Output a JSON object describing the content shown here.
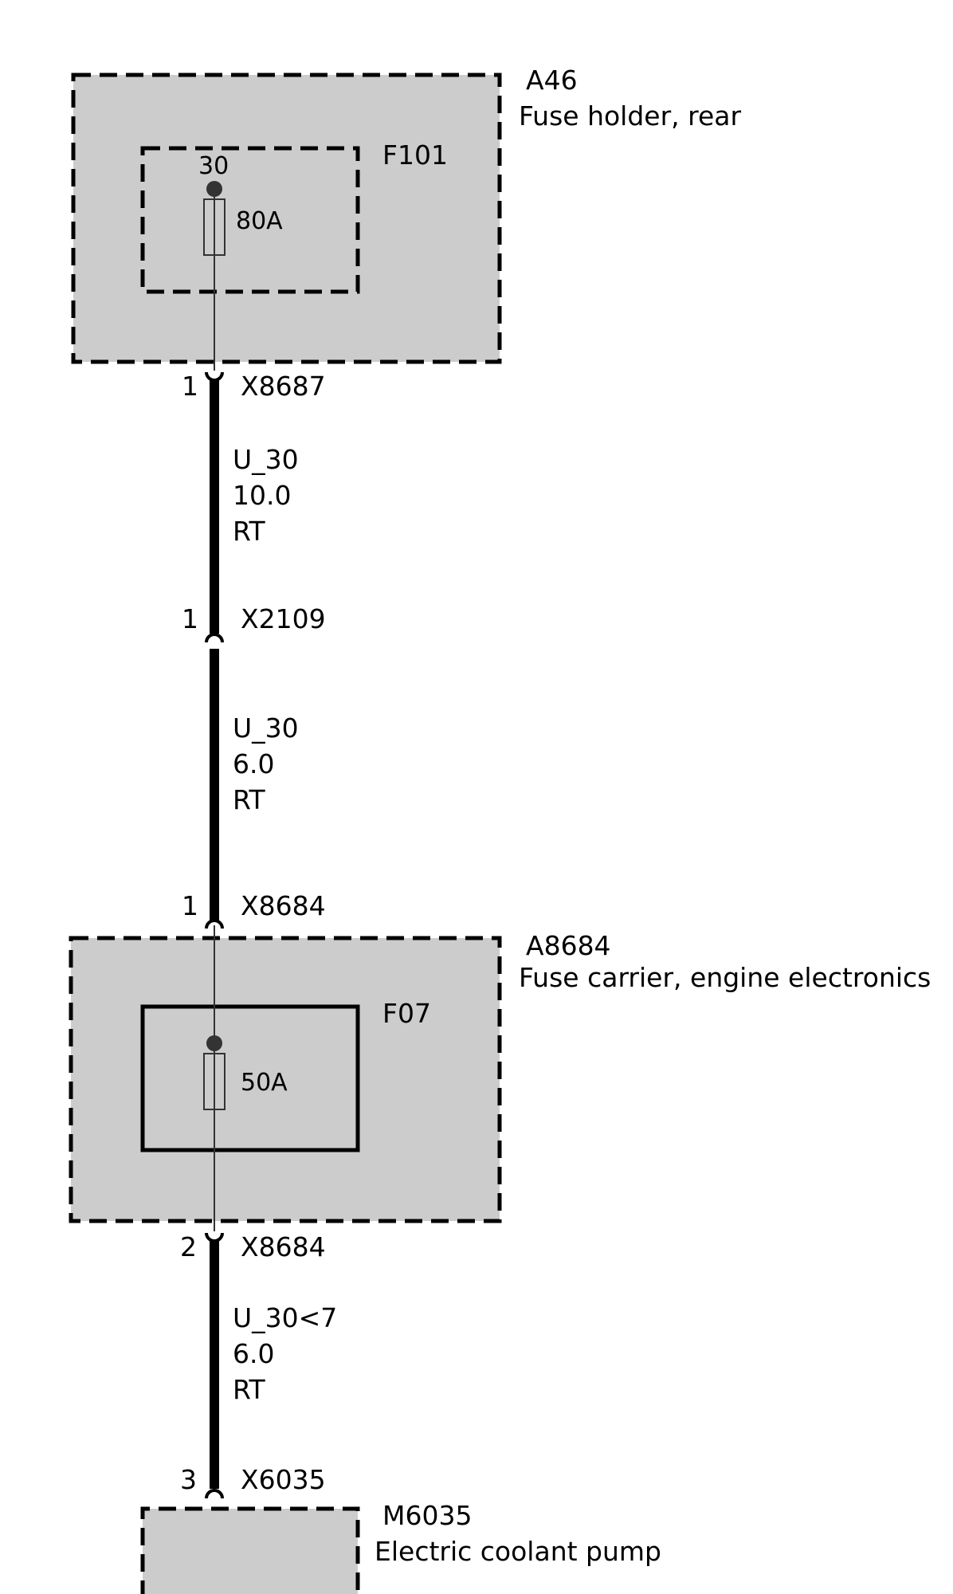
{
  "colors": {
    "component_fill": "#cccccc",
    "line": "#000000",
    "terminal_dot": "#333333",
    "background": "#ffffff"
  },
  "components": {
    "a46": {
      "id": "A46",
      "name": "Fuse holder, rear"
    },
    "f101": {
      "id": "F101",
      "terminal": "30",
      "rating": "80A"
    },
    "a8684": {
      "id": "A8684",
      "name": "Fuse carrier, engine electronics"
    },
    "f07": {
      "id": "F07",
      "rating": "50A"
    },
    "m6035": {
      "id": "M6035",
      "name": "Electric coolant pump"
    }
  },
  "connectors": [
    {
      "pin": "1",
      "id": "X8687"
    },
    {
      "pin": "1",
      "id": "X2109"
    },
    {
      "pin": "1",
      "id": "X8684"
    },
    {
      "pin": "2",
      "id": "X8684"
    },
    {
      "pin": "3",
      "id": "X6035"
    }
  ],
  "wires": [
    {
      "signal": "U_30",
      "cross_section": "10.0",
      "color": "RT"
    },
    {
      "signal": "U_30",
      "cross_section": "6.0",
      "color": "RT"
    },
    {
      "signal": "U_30<7",
      "cross_section": "6.0",
      "color": "RT"
    }
  ]
}
